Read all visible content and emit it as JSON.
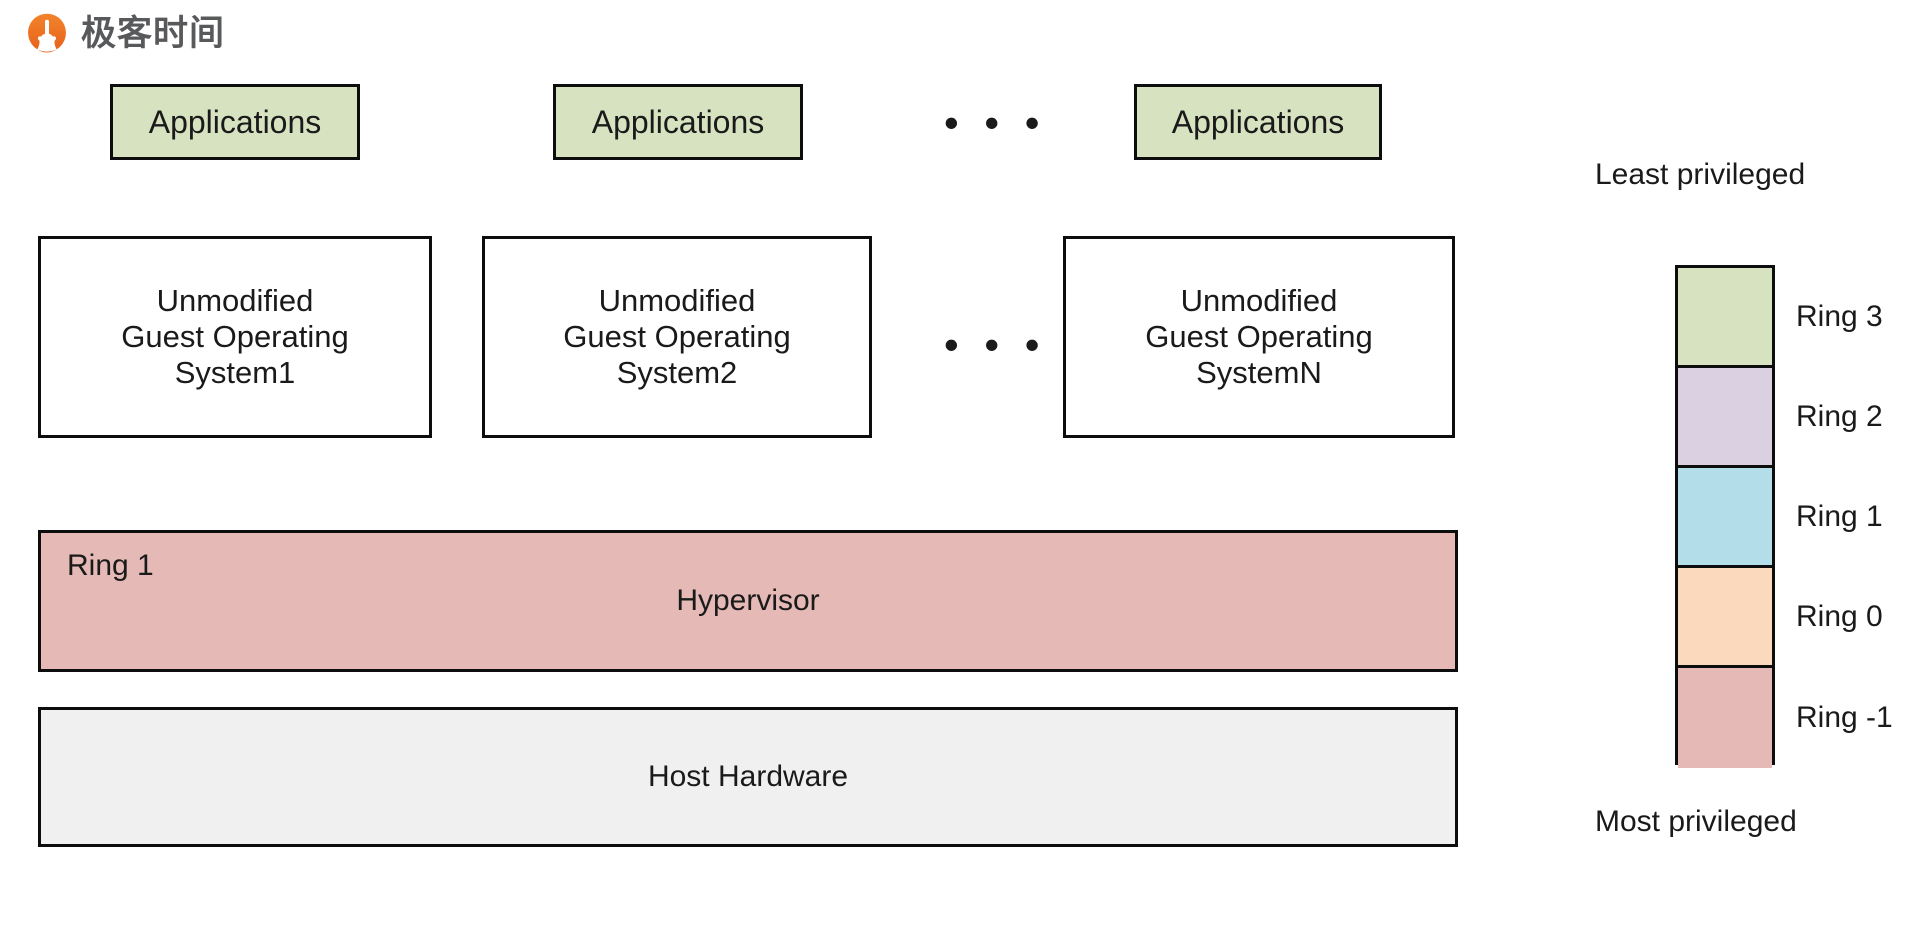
{
  "brand": {
    "logo_icon": "geekbang-circle-logo",
    "wordmark": "极客时间"
  },
  "diagram": {
    "title": "Hypervisor virtualization privilege ring diagram",
    "app_boxes": [
      {
        "label": "Applications"
      },
      {
        "label": "Applications"
      },
      {
        "label": "Applications"
      }
    ],
    "app_ellipsis": "• • •",
    "os_boxes": [
      {
        "label": "Unmodified\nGuest Operating\nSystem1"
      },
      {
        "label": "Unmodified\nGuest Operating\nSystem2"
      },
      {
        "label": "Unmodified\nGuest Operating\nSystemN"
      }
    ],
    "os_ellipsis": "• • •",
    "hypervisor": {
      "center_label": "Hypervisor",
      "corner_label": "Ring 1",
      "fill": "#e4b9b6"
    },
    "hardware": {
      "center_label": "Host Hardware",
      "fill": "#f0f0f0"
    }
  },
  "legend": {
    "top_label": "Least privileged",
    "bottom_label": "Most privileged",
    "cells": [
      {
        "label": "Ring 3",
        "color": "#d7e2c0"
      },
      {
        "label": "Ring 2",
        "color": "#dad0e2"
      },
      {
        "label": "Ring 1",
        "color": "#b3dde8"
      },
      {
        "label": "Ring 0",
        "color": "#fad9bc"
      },
      {
        "label": "Ring -1",
        "color": "#e4b9b6"
      }
    ]
  },
  "colors": {
    "app_fill": "#d7e2c0",
    "os_fill": "#ffffff",
    "hypervisor_fill": "#e4b9b6",
    "hardware_fill": "#f0f0f0",
    "stroke": "#0d0d0d",
    "brand_orange": "#ef7a22",
    "brand_gray": "#58595b",
    "background": "#ffffff"
  }
}
